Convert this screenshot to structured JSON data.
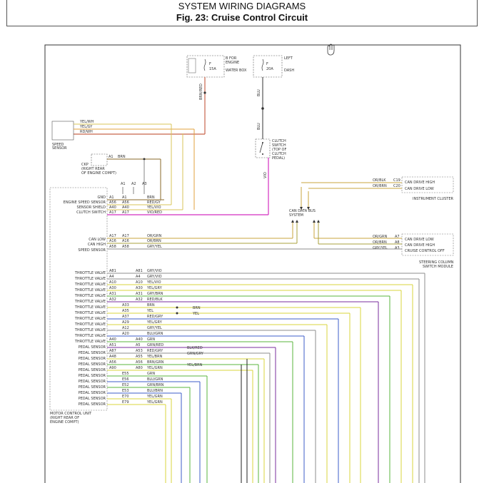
{
  "header": {
    "title": "SYSTEM WIRING DIAGRAMS",
    "subtitle": "Fig. 23: Cruise Control Circuit"
  },
  "fuses": {
    "left_block": [
      "B FOR",
      "ENGINE",
      "WATER BOX"
    ],
    "left_fuse": [
      "F",
      "15A"
    ],
    "right_block": [
      "LEFT",
      "DASH"
    ],
    "right_fuse": [
      "F",
      "20A"
    ]
  },
  "wires": {
    "brn_red": "BRN/RED",
    "blu_top": "BLU",
    "blu_mid": "BLU",
    "vio": "VIO",
    "ye_wh": "YEL/WH",
    "ye_gy": "YEL/GY",
    "rd_wh": "RD/WH",
    "sh_brn": "BRN",
    "a1": "A1",
    "sig_a": "A30",
    "sig_b": "A31",
    "sig_c": "A32"
  },
  "components": {
    "speed_sensor": [
      "SPEED",
      "SENSOR"
    ],
    "ckp": [
      "CKP",
      "(RIGHT REAR",
      "OF ENGINE COMPT)"
    ],
    "clutch": [
      "CLUTCH",
      "SWITCH",
      "(TOP OF",
      "CLUTCH",
      "PEDAL)"
    ],
    "can_system": [
      "CAN DATA BUS",
      "SYSTEM"
    ],
    "cluster": "INSTRUMENT CLUSTER",
    "steering": [
      "STEERING COLUMN",
      "SWITCH MODULE"
    ],
    "ecu": [
      "MOTOR CONTROL UNIT",
      "(RIGHT REAR OF",
      "ENGINE COMPT)"
    ]
  },
  "top_pins": [
    "A1",
    "A2",
    "A3"
  ],
  "ecu_upper": [
    {
      "label": "GND",
      "pin": "A1",
      "pin2": "A1",
      "color": "BRN"
    },
    {
      "label": "ENGINE SPEED SENSOR",
      "pin": "A56",
      "pin2": "A56",
      "color": "RED/GY"
    },
    {
      "label": "SENSOR SHIELD",
      "pin": "A40",
      "pin2": "A40",
      "color": "YEL/VIO"
    },
    {
      "label": "CLUTCH SWITCH",
      "pin": "A17",
      "pin2": "A17",
      "color": "VIO/RED"
    }
  ],
  "ecu_can": [
    {
      "label": "CAN LOW",
      "pin": "A17",
      "pin2": "A17",
      "color": "OR/GRN"
    },
    {
      "label": "CAN HIGH",
      "pin": "A16",
      "pin2": "A16",
      "color": "OR/BRN"
    },
    {
      "label": "SPEED SENSOR",
      "pin": "A58",
      "pin2": "A58",
      "color": "GRY/YEL"
    }
  ],
  "cluster_rows": [
    {
      "color": "OR/BLK",
      "pin": "C19",
      "label": "CAN DRIVE HIGH"
    },
    {
      "color": "OR/BRN",
      "pin": "C20",
      "label": "CAN DRIVE LOW"
    }
  ],
  "steering_rows": [
    {
      "color": "OR/GRN",
      "pin": "A7",
      "label": "CAN DRIVE LOW"
    },
    {
      "color": "OR/BRN",
      "pin": "A8",
      "label": "CAN DRIVE HIGH"
    },
    {
      "color": "GRY/YEL",
      "pin": "A3",
      "label": "CRUISE CONTROL OFF"
    }
  ],
  "ecu_lower": [
    {
      "label": "THROTTLE VALVE",
      "pin": "A81",
      "pin2": "A81",
      "color": "GRY/VIO"
    },
    {
      "label": "THROTTLE VALVE",
      "pin": "A4",
      "pin2": "A4",
      "color": "GRY/VIO"
    },
    {
      "label": "THROTTLE VALVE",
      "pin": "A10",
      "pin2": "A10",
      "color": "YEL/VIO"
    },
    {
      "label": "THROTTLE VALVE",
      "pin": "A30",
      "pin2": "A30",
      "color": "YEL/GRY"
    },
    {
      "label": "THROTTLE VALVE",
      "pin": "A31",
      "pin2": "A31",
      "color": "GRY/BRN"
    },
    {
      "label": "THROTTLE VALVE",
      "pin": "A32",
      "pin2": "A32",
      "color": "RED/BLK"
    },
    {
      "label": "THROTTLE VALVE",
      "pin": "A33",
      "pin2": "",
      "color": "BRN"
    },
    {
      "label": "THROTTLE VALVE",
      "pin": "A35",
      "pin2": "",
      "color": "YEL"
    },
    {
      "label": "THROTTLE VALVE",
      "pin": "A37",
      "pin2": "",
      "color": "RED/GRY"
    },
    {
      "label": "THROTTLE VALVE",
      "pin": "A29",
      "pin2": "",
      "color": "YEL/GRY"
    },
    {
      "label": "THROTTLE VALVE",
      "pin": "A12",
      "pin2": "",
      "color": "GRY/YEL"
    },
    {
      "label": "THROTTLE VALVE",
      "pin": "A20",
      "pin2": "",
      "color": "BLU/GRN"
    },
    {
      "label": "THROTTLE VALVE",
      "pin": "A40",
      "pin2": "A40",
      "color": "GRN"
    },
    {
      "label": "PEDAL SENSOR",
      "pin": "A51",
      "pin2": "A5",
      "color": "GRN/RED"
    },
    {
      "label": "PEDAL SENSOR",
      "pin": "A87",
      "pin2": "A53",
      "color": "RED/GRY"
    },
    {
      "label": "PEDAL SENSOR",
      "pin": "A48",
      "pin2": "A55",
      "color": "YEL/BRN"
    },
    {
      "label": "PEDAL SENSOR",
      "pin": "A56",
      "pin2": "A56",
      "color": "BRN/GRN"
    },
    {
      "label": "PEDAL SENSOR",
      "pin": "A90",
      "pin2": "A80",
      "color": "YEL/GRN"
    },
    {
      "label": "PEDAL SENSOR",
      "pin": "",
      "pin2": "E55",
      "color": "GRN"
    },
    {
      "label": "PEDAL SENSOR",
      "pin": "",
      "pin2": "E56",
      "color": "BLU/GRN"
    },
    {
      "label": "PEDAL SENSOR",
      "pin": "",
      "pin2": "E52",
      "color": "GRN/BRN"
    },
    {
      "label": "PEDAL SENSOR",
      "pin": "",
      "pin2": "E53",
      "color": "BLU/BRN"
    },
    {
      "label": "PEDAL SENSOR",
      "pin": "",
      "pin2": "E70",
      "color": "YEL/GRN"
    },
    {
      "label": "PEDAL SENSOR",
      "pin": "",
      "pin2": "E79",
      "color": "YEL/GRN"
    }
  ],
  "side_labels": [
    "BRN",
    "YEL",
    "BLK/RED",
    "GRN/GRY",
    "YEL/BRN"
  ],
  "colors": {
    "brn_red": "#c8644b",
    "ye_wh": "#d8c658",
    "vio": "#d42fc0",
    "brn": "#8a6a2a",
    "can_gold": "#c8a43c",
    "grey": "#8c8c8c",
    "yellow": "#d8d43c",
    "green": "#5ab43c",
    "purple": "#7a2c9c",
    "blue": "#3c5cc8",
    "orange": "#e0a23c",
    "olive": "#a8a03c",
    "black": "#222222"
  }
}
